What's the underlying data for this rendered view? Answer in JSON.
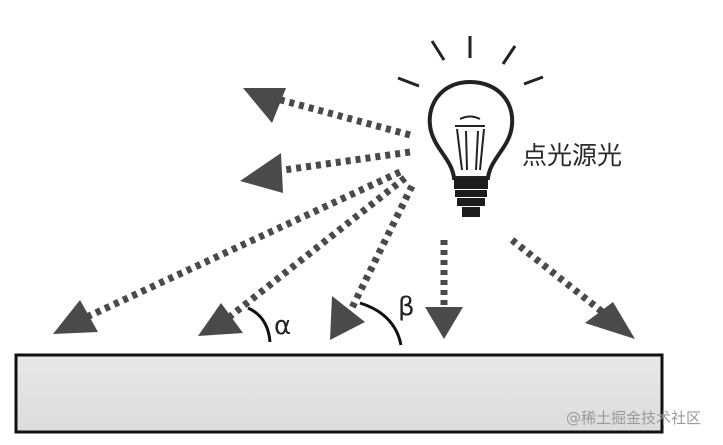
{
  "diagram": {
    "light_label": "点光源光",
    "angle_alpha": "α",
    "angle_beta": "β",
    "watermark": "@稀土掘金技术社区"
  },
  "colors": {
    "arrow": "#4a4a4a",
    "ground_fill": "#e2e2e2",
    "ground_border": "#111111",
    "bulb_stroke": "#222222"
  },
  "icons": {
    "light_source": "light-bulb-icon"
  }
}
